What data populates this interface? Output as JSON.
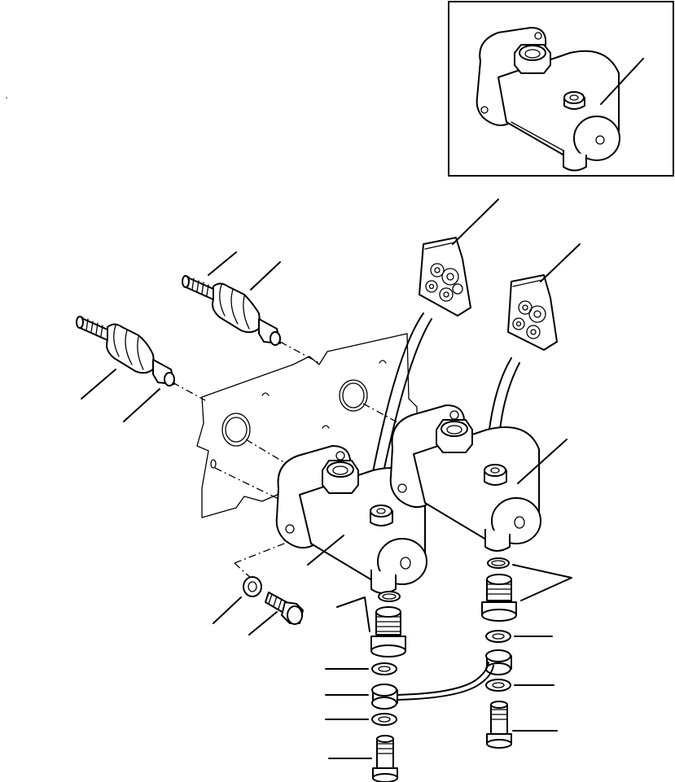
{
  "diagram": {
    "kind": "exploded-parts-view",
    "labels": [],
    "colors": {
      "line": "#000000",
      "background": "#ffffff"
    },
    "parts": [
      "inset-cylinder",
      "seal-kit-bag-left",
      "seal-kit-bag-right",
      "push-rod-upper",
      "push-rod-lower",
      "mounting-plate",
      "master-cylinder-left",
      "master-cylinder-right",
      "washer",
      "bolt",
      "adapter-left",
      "adapter-right",
      "banjo-bolt-left",
      "banjo-bolt-right",
      "brake-pipe",
      "sealing-washers",
      "o-rings"
    ]
  }
}
